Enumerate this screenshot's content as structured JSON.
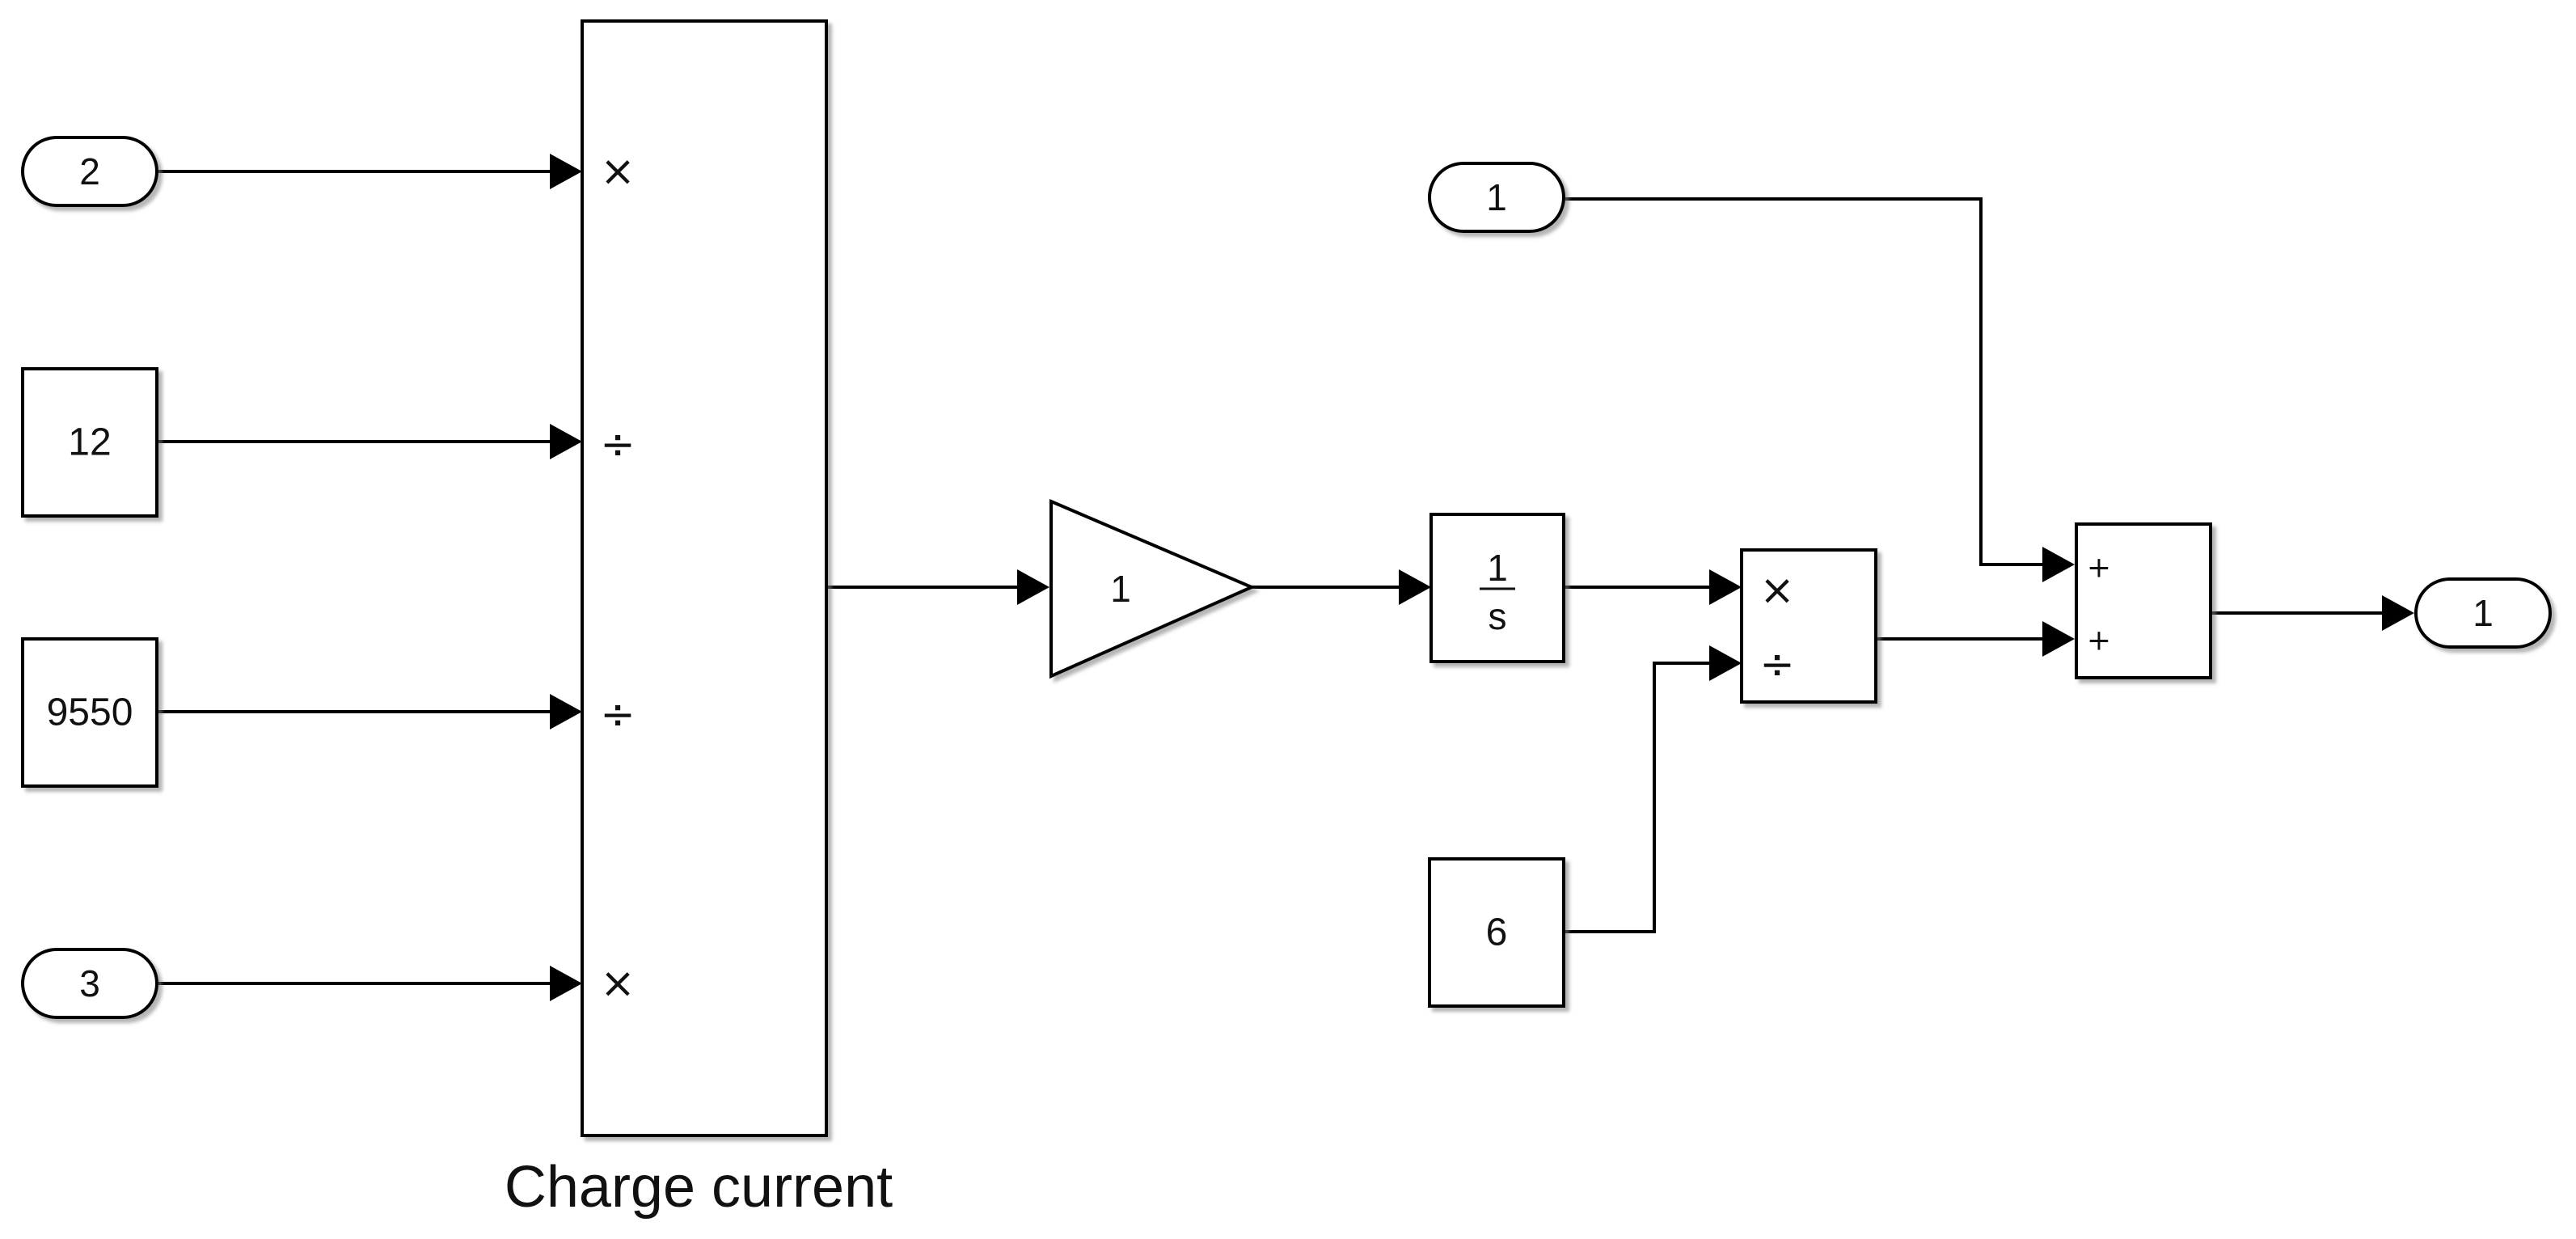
{
  "inports": [
    {
      "number": "2"
    },
    {
      "number": "3"
    },
    {
      "number": "1"
    }
  ],
  "outport": {
    "number": "1"
  },
  "constants": [
    {
      "value": "12"
    },
    {
      "value": "9550"
    },
    {
      "value": "6"
    }
  ],
  "product_main": {
    "name": "Charge current",
    "signs": [
      "×",
      "÷",
      "÷",
      "×"
    ]
  },
  "gain": {
    "value": "1"
  },
  "integrator": {
    "numerator": "1",
    "denominator": "s"
  },
  "product_small": {
    "signs": [
      "×",
      "÷"
    ]
  },
  "sum": {
    "signs": [
      "+",
      "+"
    ]
  }
}
